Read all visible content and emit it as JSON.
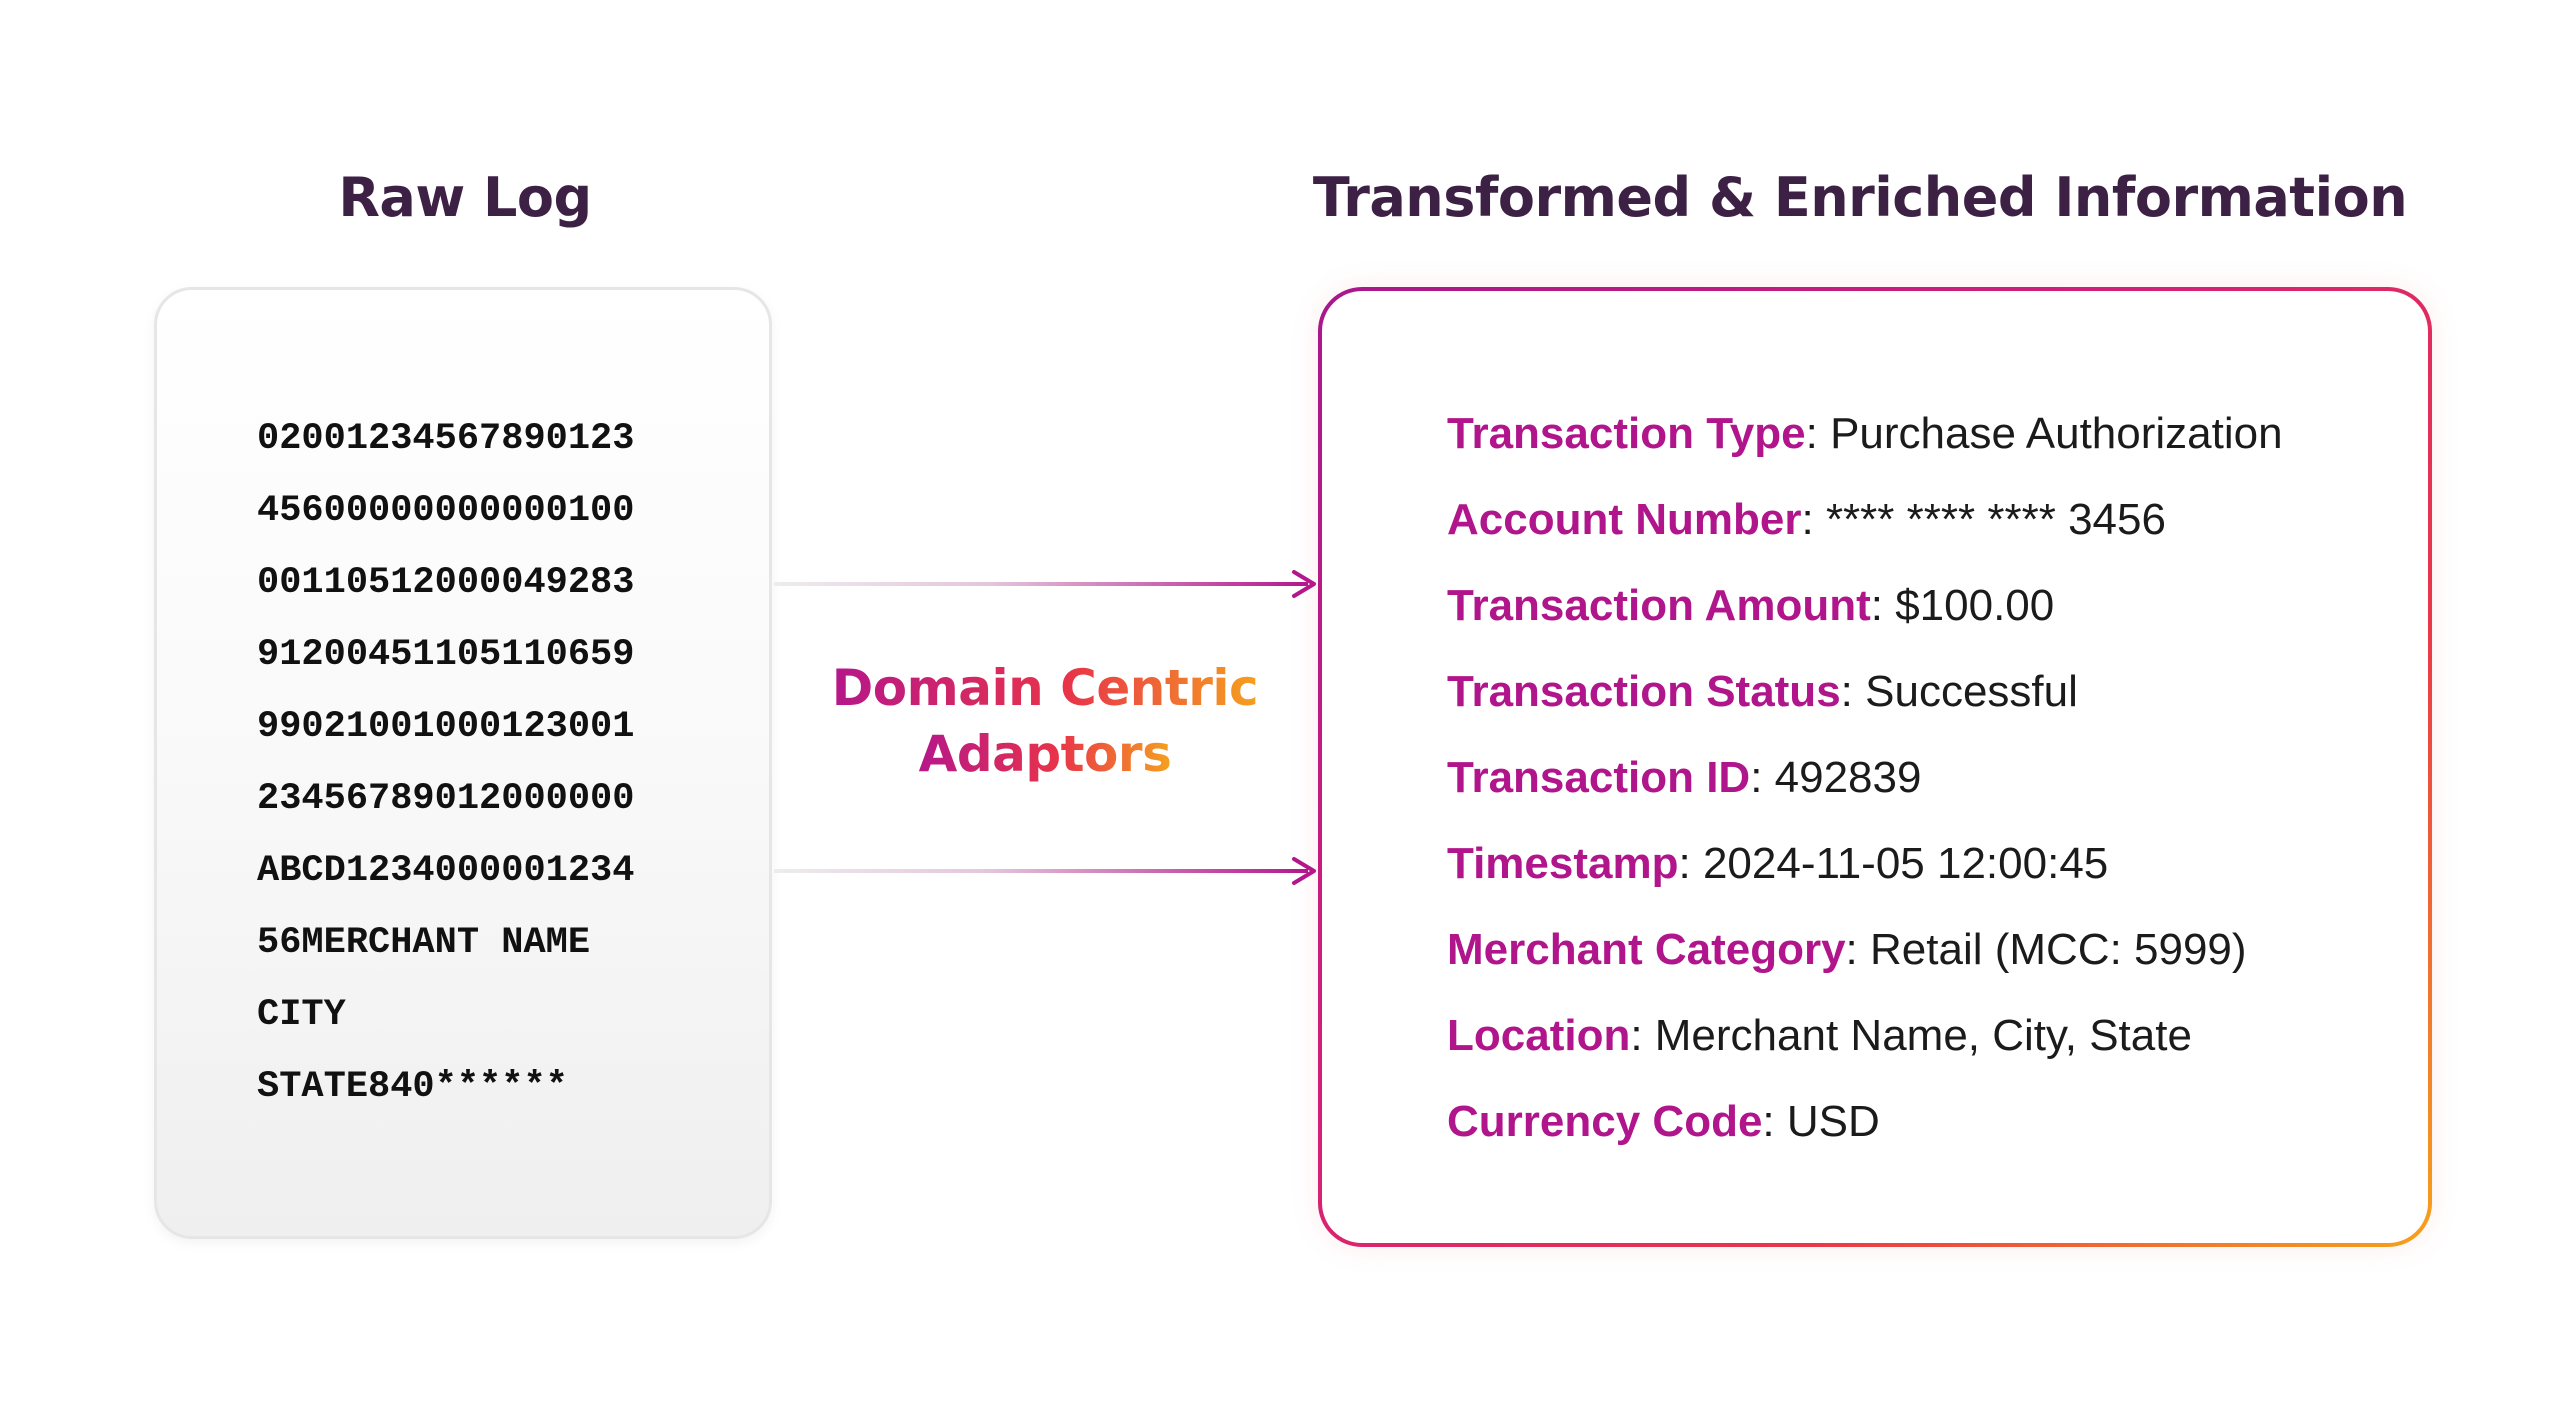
{
  "raw_log": {
    "title": "Raw Log",
    "lines": [
      "02001234567890123",
      "45600000000000100",
      "00110512000049283",
      "91200451105110659",
      "99021001000123001",
      "23456789012000000",
      "ABCD1234000001234",
      "56MERCHANT NAME",
      "CITY",
      "STATE840******"
    ]
  },
  "adaptor": {
    "line1_a": "Domain",
    "line1_b": "Centric",
    "line2": "Adaptors"
  },
  "enriched": {
    "title": "Transformed & Enriched Information",
    "fields": [
      {
        "label": "Transaction Type",
        "value": "Purchase Authorization"
      },
      {
        "label": "Account Number",
        "value": "**** **** **** 3456"
      },
      {
        "label": "Transaction Amount",
        "value": "$100.00"
      },
      {
        "label": "Transaction Status",
        "value": "Successful"
      },
      {
        "label": "Transaction ID",
        "value": "492839"
      },
      {
        "label": "Timestamp",
        "value": "2024-11-05 12:00:45"
      },
      {
        "label": "Merchant Category",
        "value": "Retail (MCC: 5999)"
      },
      {
        "label": "Location",
        "value": "Merchant Name, City, State"
      },
      {
        "label": "Currency Code",
        "value": "USD"
      }
    ]
  },
  "colors": {
    "heading": "#3d2145",
    "label_magenta": "#b0158c",
    "gradient_start": "#a8178c",
    "gradient_mid": "#e8334a",
    "gradient_end": "#f6a21a"
  }
}
